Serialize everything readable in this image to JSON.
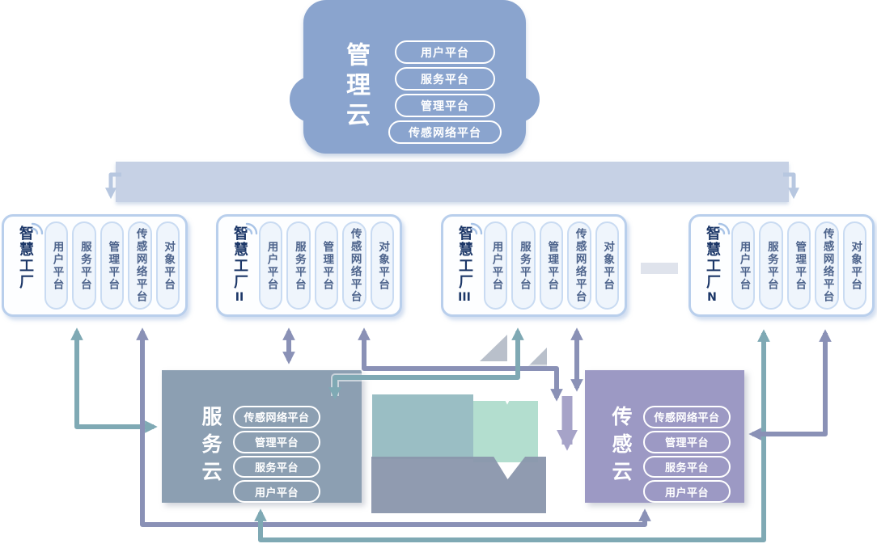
{
  "management_cloud": {
    "title": "管理云",
    "platforms": [
      "用户平台",
      "服务平台",
      "管理平台",
      "传感网络平台"
    ]
  },
  "factories": [
    {
      "title": "智慧工厂",
      "suffix": "",
      "platforms": [
        "用户平台",
        "服务平台",
        "管理平台",
        "传感网络平台",
        "对象平台"
      ]
    },
    {
      "title": "智慧工厂",
      "suffix": "II",
      "platforms": [
        "用户平台",
        "服务平台",
        "管理平台",
        "传感网络平台",
        "对象平台"
      ]
    },
    {
      "title": "智慧工厂",
      "suffix": "III",
      "platforms": [
        "用户平台",
        "服务平台",
        "管理平台",
        "传感网络平台",
        "对象平台"
      ]
    },
    {
      "title": "智慧工厂",
      "suffix": "N",
      "platforms": [
        "用户平台",
        "服务平台",
        "管理平台",
        "传感网络平台",
        "对象平台"
      ]
    }
  ],
  "service_cloud": {
    "title": "服务云",
    "platforms": [
      "传感网络平台",
      "管理平台",
      "服务平台",
      "用户平台"
    ]
  },
  "sensing_cloud": {
    "title": "传感云",
    "platforms": [
      "传感网络平台",
      "管理平台",
      "服务平台",
      "用户平台"
    ]
  },
  "icons": {
    "factory_badge": "wifi-signal-icon"
  },
  "colors": {
    "management_cloud_fill": "#8AA4CE",
    "bus_bar_fill": "#C6D1E5",
    "factory_border": "#B9CFEC",
    "factory_pill_fill": "#EFF5FC",
    "factory_title_text": "#1C3768",
    "factory_pill_text": "#4E648C",
    "service_cloud_fill": "#8C9FB2",
    "sensing_cloud_fill": "#9C99C4",
    "teal_arrow": "#7FA9B4",
    "purple_arrow": "#8A91B6",
    "hook_arrow": "#B7C7E0"
  }
}
